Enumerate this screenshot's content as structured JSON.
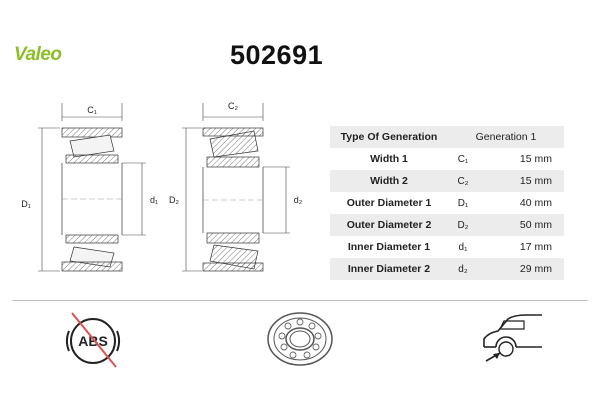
{
  "brand": {
    "logo_text": "Valeo"
  },
  "product": {
    "part_number": "502691"
  },
  "drawing": {
    "left_labels": {
      "width": "C₁",
      "outer_dia": "D₁",
      "inner_dia": "d₁"
    },
    "right_labels": {
      "width": "C₂",
      "outer_dia": "D₂",
      "inner_dia": "d₂"
    }
  },
  "specs": [
    {
      "label": "Type Of Generation",
      "value": "Generation 1"
    },
    {
      "label": "Width 1",
      "symbol": "C₁",
      "value": "15 mm"
    },
    {
      "label": "Width 2",
      "symbol": "C₂",
      "value": "15 mm"
    },
    {
      "label": "Outer Diameter 1",
      "symbol": "D₁",
      "value": "40 mm"
    },
    {
      "label": "Outer Diameter 2",
      "symbol": "D₂",
      "value": "50 mm"
    },
    {
      "label": "Inner Diameter 1",
      "symbol": "d₁",
      "value": "17 mm"
    },
    {
      "label": "Inner Diameter 2",
      "symbol": "d₂",
      "value": "29 mm"
    }
  ],
  "bottom_icons": {
    "abs_text": "ABS"
  },
  "colors": {
    "brand_green": "#8cbf26",
    "row_shade": "#ececec",
    "text": "#222222"
  }
}
